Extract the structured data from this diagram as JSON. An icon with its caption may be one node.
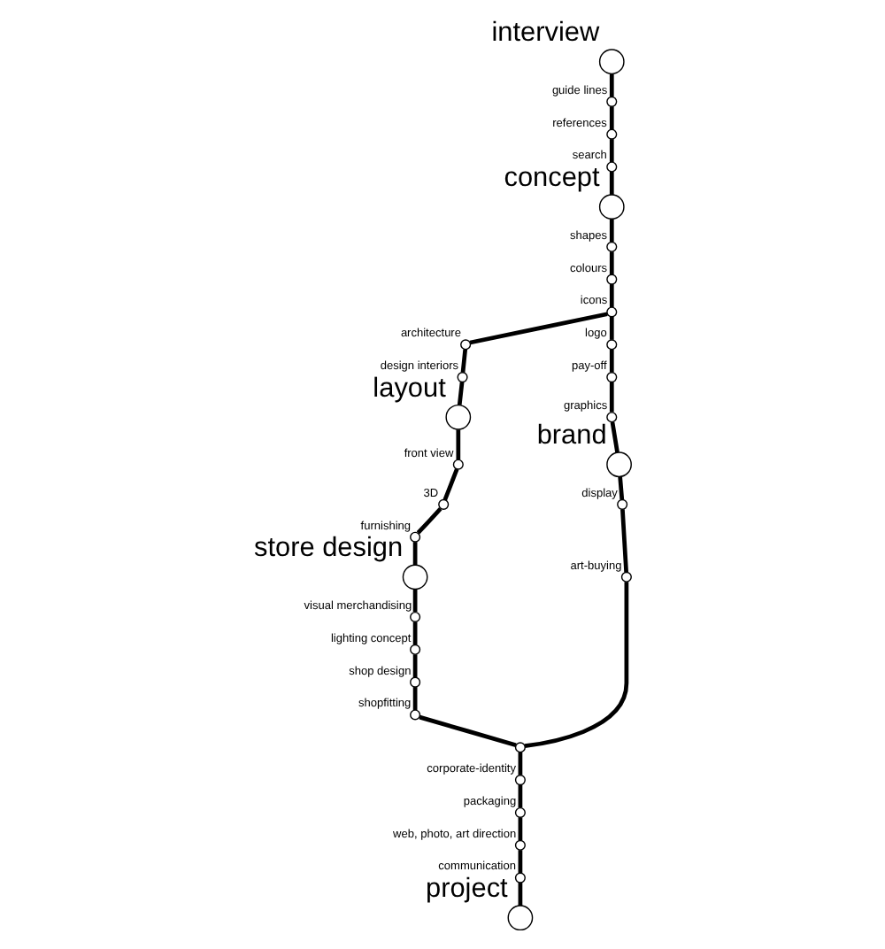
{
  "diagram": {
    "nodes": [
      {
        "text": [
          "interview"
        ]
      },
      {
        "text": [
          "guide lines"
        ]
      },
      {
        "text": [
          "references"
        ]
      },
      {
        "text": [
          "search"
        ]
      },
      {
        "text": [
          "concept"
        ]
      },
      {
        "text": [
          "shapes"
        ]
      },
      {
        "text": [
          "colours"
        ]
      },
      {
        "text": [
          "icons"
        ]
      },
      {
        "text": [
          "architecture"
        ]
      },
      {
        "text": [
          "design interiors"
        ]
      },
      {
        "text": [
          "layout"
        ]
      },
      {
        "text": [
          "front view"
        ]
      },
      {
        "text": [
          "3D"
        ]
      },
      {
        "text": [
          "furnishing"
        ]
      },
      {
        "text": [
          "store design"
        ]
      },
      {
        "text": [
          "visual merchandising"
        ]
      },
      {
        "text": [
          "lighting concept"
        ]
      },
      {
        "text": [
          "shop design"
        ]
      },
      {
        "text": [
          "shopfitting"
        ]
      },
      {
        "text": [
          "logo"
        ]
      },
      {
        "text": [
          "pay-off"
        ]
      },
      {
        "text": [
          "graphics"
        ]
      },
      {
        "text": [
          "brand"
        ]
      },
      {
        "text": [
          "display"
        ]
      },
      {
        "text": [
          "art-buying"
        ]
      },
      {
        "text": [],
        "shape": "circle"
      },
      {
        "text": [
          "corporate-identity"
        ]
      },
      {
        "text": [
          "packaging"
        ]
      },
      {
        "text": [
          "web, photo, art direction"
        ]
      },
      {
        "text": [
          "communication"
        ]
      },
      {
        "text": [
          "project"
        ]
      }
    ],
    "edges": [
      {
        "from": 0,
        "to": 1,
        "arrow": "none"
      },
      {
        "from": 1,
        "to": 2,
        "arrow": "none"
      },
      {
        "from": 2,
        "to": 3,
        "arrow": "none"
      },
      {
        "from": 3,
        "to": 4,
        "arrow": "none"
      },
      {
        "from": 4,
        "to": 5,
        "arrow": "none"
      },
      {
        "from": 5,
        "to": 6,
        "arrow": "none"
      },
      {
        "from": 6,
        "to": 7,
        "arrow": "none"
      },
      {
        "from": 7,
        "to": 8,
        "arrow": "none"
      },
      {
        "from": 8,
        "to": 9,
        "arrow": "none"
      },
      {
        "from": 9,
        "to": 10,
        "arrow": "none"
      },
      {
        "from": 10,
        "to": 11,
        "arrow": "none"
      },
      {
        "from": 11,
        "to": 12,
        "arrow": "none"
      },
      {
        "from": 12,
        "to": 13,
        "arrow": "none"
      },
      {
        "from": 13,
        "to": 14,
        "arrow": "none"
      },
      {
        "from": 14,
        "to": 15,
        "arrow": "none"
      },
      {
        "from": 15,
        "to": 16,
        "arrow": "none"
      },
      {
        "from": 16,
        "to": 17,
        "arrow": "none"
      },
      {
        "from": 17,
        "to": 18,
        "arrow": "none"
      },
      {
        "from": 18,
        "to": 25,
        "arrow": "none"
      },
      {
        "from": 7,
        "to": 19,
        "arrow": "none"
      },
      {
        "from": 19,
        "to": 20,
        "arrow": "none"
      },
      {
        "from": 20,
        "to": 21,
        "arrow": "none"
      },
      {
        "from": 21,
        "to": 22,
        "arrow": "none"
      },
      {
        "from": 22,
        "to": 23,
        "arrow": "none"
      },
      {
        "from": 23,
        "to": 24,
        "arrow": "none"
      },
      {
        "from": 24,
        "to": 25,
        "arrow": "none"
      },
      {
        "from": 25,
        "to": 26,
        "arrow": "none"
      },
      {
        "from": 26,
        "to": 27,
        "arrow": "none"
      },
      {
        "from": 27,
        "to": 28,
        "arrow": "none"
      },
      {
        "from": 28,
        "to": 29,
        "arrow": "none"
      },
      {
        "from": 29,
        "to": 30,
        "arrow": "none"
      }
    ]
  }
}
